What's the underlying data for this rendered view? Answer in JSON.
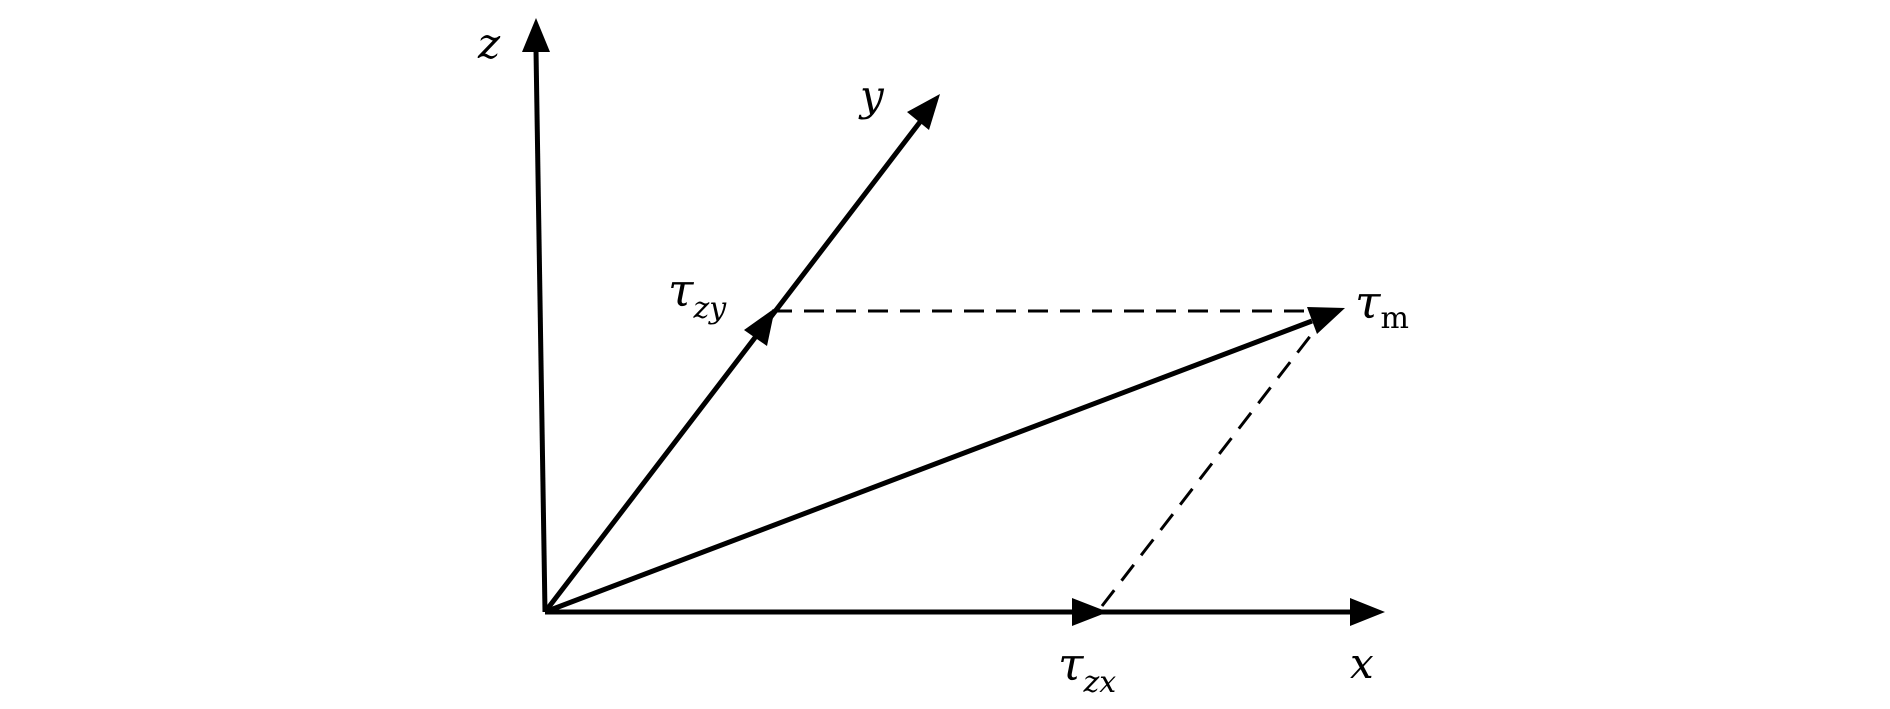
{
  "diagram": {
    "axes": {
      "x_label": "x",
      "y_label": "y",
      "z_label": "z"
    },
    "vectors": {
      "tau_zy": {
        "symbol": "τ",
        "subscript": "zy"
      },
      "tau_zx": {
        "symbol": "τ",
        "subscript": "zx"
      },
      "tau_m": {
        "symbol": "τ",
        "subscript": "m"
      }
    },
    "colors": {
      "stroke": "#000000",
      "background": "#ffffff"
    }
  }
}
